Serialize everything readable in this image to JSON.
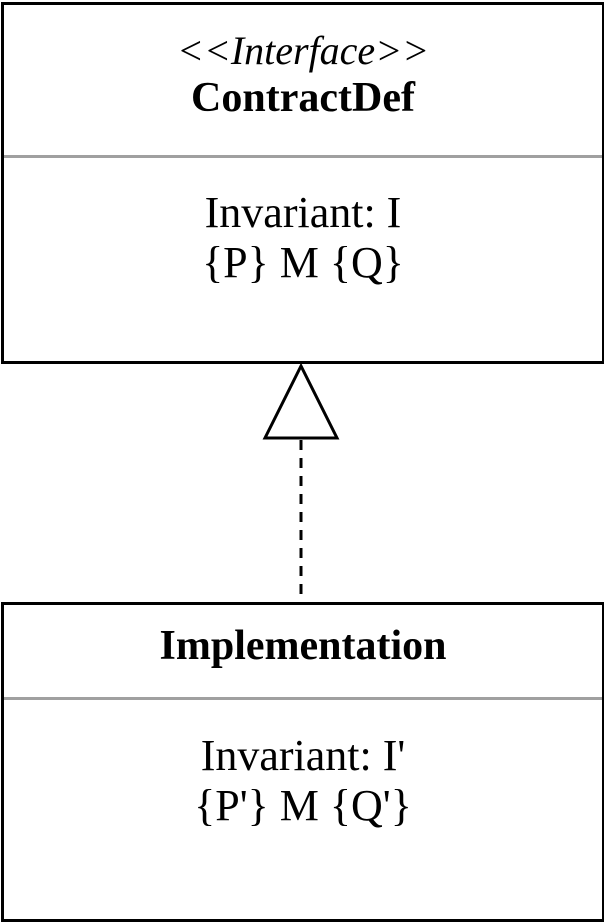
{
  "interface_class": {
    "stereotype": "<<Interface>>",
    "name": "ContractDef",
    "invariant": "Invariant: I",
    "contract": "{P} M {Q}"
  },
  "implementation_class": {
    "name": "Implementation",
    "invariant": "Invariant: I'",
    "contract": "{P'} M {Q'}"
  },
  "relationship": {
    "type": "realization"
  },
  "colors": {
    "border": "#000000",
    "divider": "#a0a0a0",
    "background": "#ffffff"
  }
}
